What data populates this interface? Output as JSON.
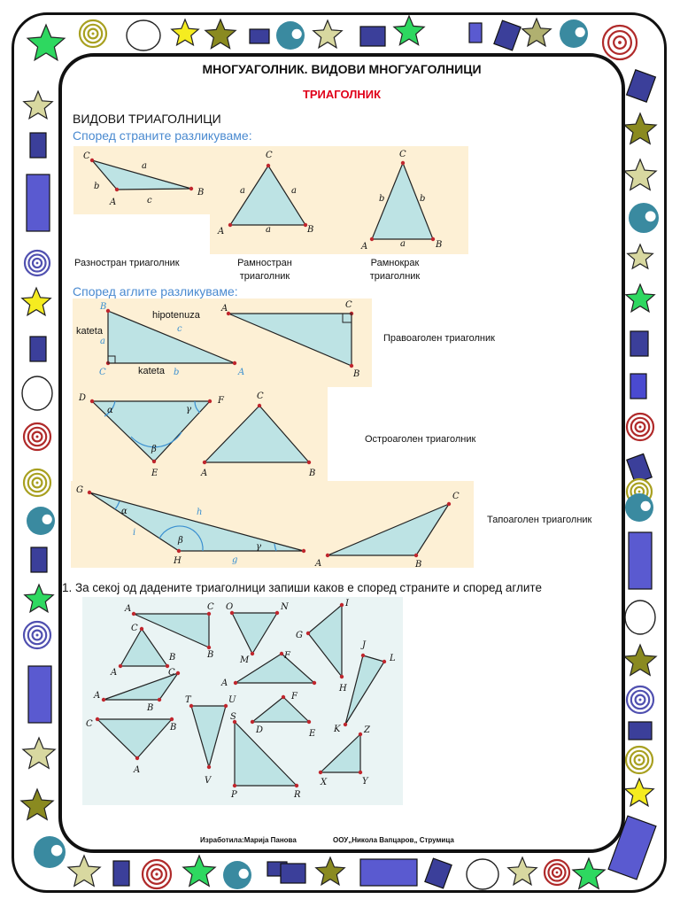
{
  "title": "МНОГУАГОЛНИК. ВИДОВИ МНОГУАГОЛНИЦИ",
  "subtitle": "ТРИАГОЛНИК",
  "section_heading": "ВИДОВИ ТРИАГОЛНИЦИ",
  "by_sides_heading": "Според страните разликуваме:",
  "by_angles_heading": "Според аглите разликуваме:",
  "sides_labels": {
    "scalene": "Разностран триаголник",
    "equilateral": "Рамностран триаголник",
    "isosceles": "Рамнокрак триаголник"
  },
  "angles_labels": {
    "right": "Правоаголен триаголник",
    "acute": "Остроаголен триаголник",
    "obtuse": "Тапоаголен триаголник"
  },
  "right_triangle_terms": {
    "hypotenuse": "hipotenuza",
    "leg1": "kateta",
    "leg2": "kateta"
  },
  "task": "1.   За секој од дадените триаголници запиши каков е според страните и според аглите",
  "footer": {
    "author": "Изработила:Марија Панова",
    "school": "ООУ„Никола Вапцаров„ Струмица"
  },
  "colors": {
    "triangle_fill": "#bde3e4",
    "panel": "#fdf0d5",
    "vertex": "#c0262d",
    "title_red": "#e0001a",
    "heading_blue": "#4a8ad0"
  },
  "figures": {
    "scalene": {
      "vertices": [
        "C",
        "A",
        "B"
      ],
      "sides": [
        "a",
        "b",
        "c"
      ]
    },
    "equilateral": {
      "vertices": [
        "C",
        "A",
        "B"
      ],
      "sides": [
        "a",
        "a",
        "a"
      ]
    },
    "isosceles": {
      "vertices": [
        "C",
        "A",
        "B"
      ],
      "sides": [
        "b",
        "b",
        "a"
      ]
    },
    "right1": {
      "vertices": [
        "B",
        "C",
        "A"
      ],
      "sides": [
        "a",
        "b",
        "c"
      ]
    },
    "right2": {
      "vertices": [
        "A",
        "C",
        "B"
      ]
    },
    "acute1": {
      "vertices": [
        "D",
        "F",
        "E"
      ],
      "angles": [
        "α",
        "γ",
        "β"
      ]
    },
    "acute2": {
      "vertices": [
        "C",
        "A",
        "B"
      ]
    },
    "obtuse1": {
      "vertices": [
        "G",
        "H"
      ],
      "sides": [
        "h",
        "i",
        "g"
      ],
      "angles": [
        "α",
        "β",
        "γ"
      ]
    },
    "obtuse2": {
      "vertices": [
        "C",
        "A",
        "B"
      ]
    },
    "exercise_vertices": [
      "A",
      "C",
      "B",
      "O",
      "N",
      "I",
      "G",
      "H",
      "M",
      "J",
      "L",
      "K",
      "T",
      "U",
      "F",
      "D",
      "E",
      "V",
      "S",
      "P",
      "R",
      "Z",
      "X",
      "Y"
    ]
  }
}
